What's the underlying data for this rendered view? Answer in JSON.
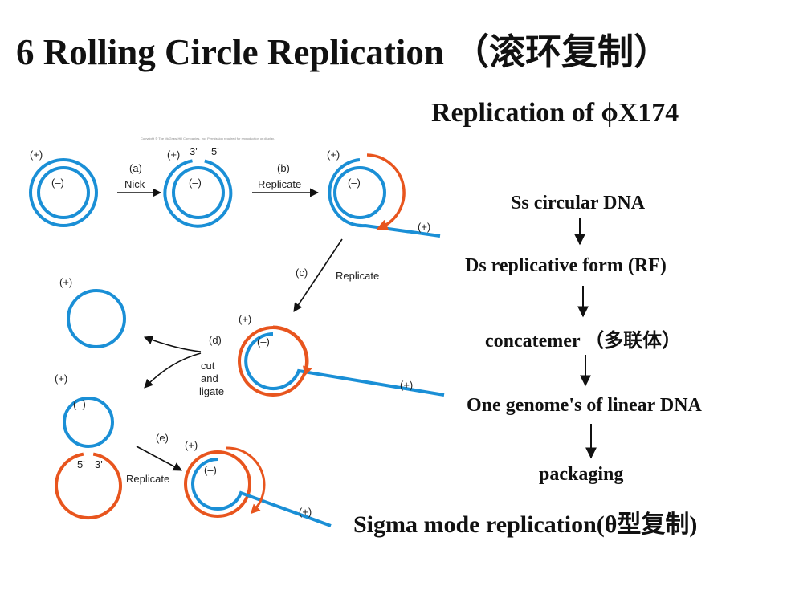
{
  "title": "6 Rolling Circle Replication （滚环复制）",
  "subtitle": "Replication of ϕX174",
  "copyright": "Copyright © The McGraw-Hill Companies, Inc. Permission required for reproduction or display.",
  "flow_steps": [
    "Ss circular DNA",
    "Ds replicative form (RF)",
    "concatemer （多联体）",
    "One genome's of linear DNA",
    "packaging"
  ],
  "footer": "Sigma mode replication(θ型复制)",
  "diagram": {
    "plus": "(+)",
    "minus": "(–)",
    "prime3": "3'",
    "prime5": "5'",
    "step_a": "(a)",
    "nick": "Nick",
    "step_b": "(b)",
    "replicate": "Replicate",
    "step_c": "(c)",
    "step_d": "(d)",
    "cut": "cut",
    "and": "and",
    "ligate": "ligate",
    "step_e": "(e)"
  },
  "colors": {
    "old_strand": "#1a8fd6",
    "new_strand": "#e8551e"
  }
}
